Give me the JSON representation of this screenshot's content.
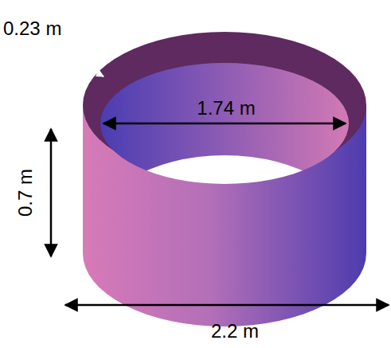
{
  "diagram": {
    "labels": [
      "0.23 m",
      "1.74 m",
      "0.7 m",
      "2.2 m"
    ]
  }
}
